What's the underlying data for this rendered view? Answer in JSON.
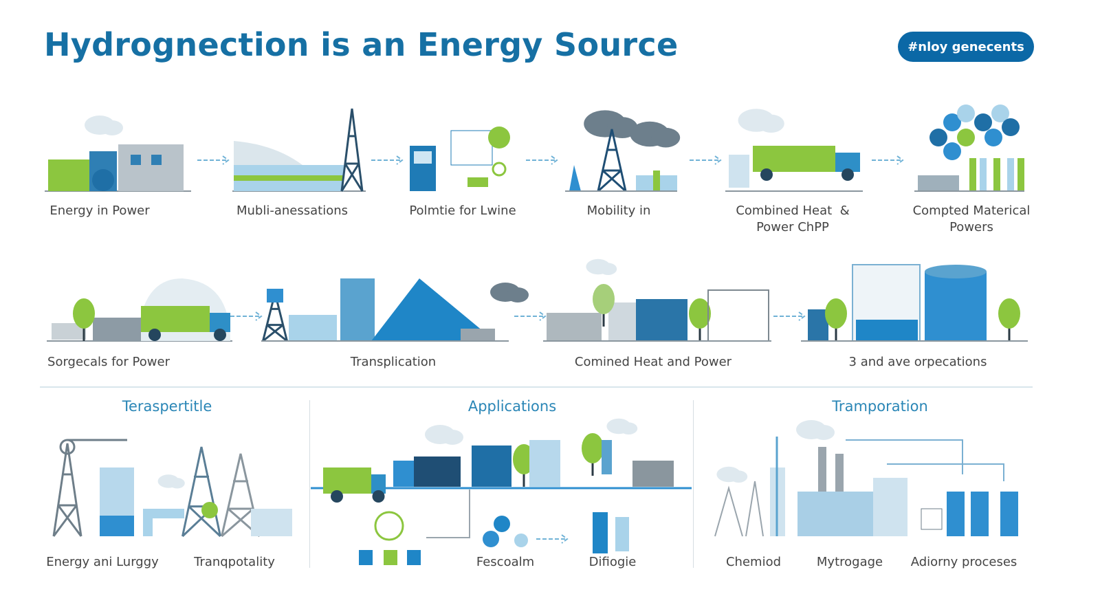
{
  "title": "Hydrognection is an Energy Source",
  "badge": "#nloy genecents",
  "colors": {
    "primary": "#1670a4",
    "accent": "#8cc63f",
    "light": "#a9d3ea",
    "grey": "#9aa5ad"
  },
  "row1": [
    {
      "label": "Energy in Power"
    },
    {
      "label": "Mubli-anessations"
    },
    {
      "label": "Polmtie for Lwine"
    },
    {
      "label": "Mobility in"
    },
    {
      "label": "Combined Heat  &\nPower ChPP"
    },
    {
      "label": "Compted Materical\nPowers"
    }
  ],
  "row2": [
    {
      "label": "Sorgecals for Power"
    },
    {
      "label": "Transplication"
    },
    {
      "label": "Comined Heat and Power"
    },
    {
      "label": "3 and ave orpecations"
    }
  ],
  "sections": [
    {
      "title": "Teraspertitle",
      "items": [
        "Energy ani Lurggy",
        "Tranqpotality"
      ]
    },
    {
      "title": "Applications",
      "items": [
        "Fescoalm",
        "Difiogie"
      ]
    },
    {
      "title": "Tramporation",
      "items": [
        "Chemiod",
        "Mytrogage",
        "Adiorny proceses"
      ]
    }
  ]
}
